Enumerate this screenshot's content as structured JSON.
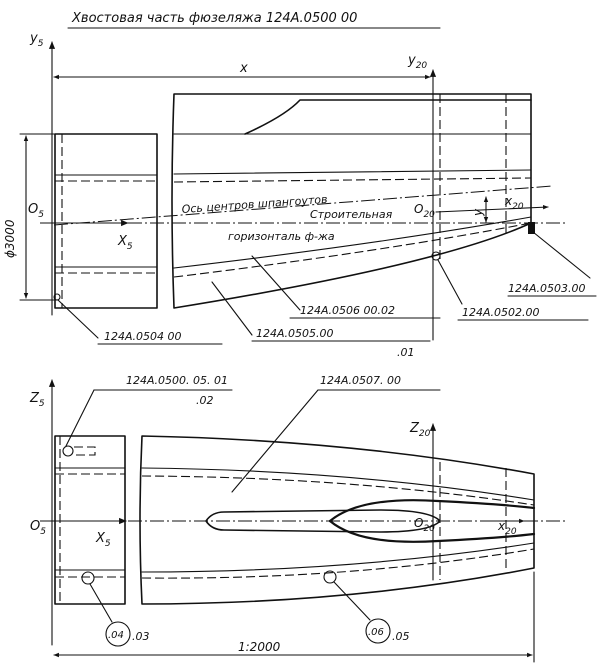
{
  "title": "Хвостовая часть фюзеляжа 124А.0500 00",
  "top_view": {
    "axis_y5": "y",
    "axis_y5_sub": "5",
    "axis_o5": "O",
    "axis_o5_sub": "5",
    "axis_x5": "X",
    "axis_x5_sub": "5",
    "dim_x": "x",
    "dim_diameter": "ϕ3000",
    "axis_y20": "y",
    "axis_y20_sub": "20",
    "axis_o20": "O",
    "axis_o20_sub": "20",
    "axis_x20": "x",
    "axis_x20_sub": "20",
    "dim_y": "y",
    "label_frame_axis": "Ось центров шпангоутов",
    "label_construction_1": "Строительная",
    "label_construction_2": "горизонталь ф-жа",
    "ref_0503": "124А.0503.00",
    "ref_0502": "124А.0502.00",
    "ref_0506": "124А.0506 00.02",
    "ref_0505": "124А.0505.00",
    "ref_0505_variant": ".01",
    "ref_0504": "124А.0504 00"
  },
  "bottom_view": {
    "axis_z5": "Z",
    "axis_z5_sub": "5",
    "axis_o5": "O",
    "axis_o5_sub": "5",
    "axis_x5": "X",
    "axis_x5_sub": "5",
    "axis_z20": "Z",
    "axis_z20_sub": "20",
    "axis_o20": "O",
    "axis_o20_sub": "20",
    "axis_x20": "x",
    "axis_x20_sub": "20",
    "ref_0500_05": "124А.0500. 05. 01",
    "ref_0500_05_variant": ".02",
    "ref_0507": "124А.0507. 00",
    "callout_04": ".04",
    "callout_04_suffix": ".03",
    "callout_06": ".06",
    "callout_06_suffix": ".05",
    "scale": "1:2000"
  }
}
